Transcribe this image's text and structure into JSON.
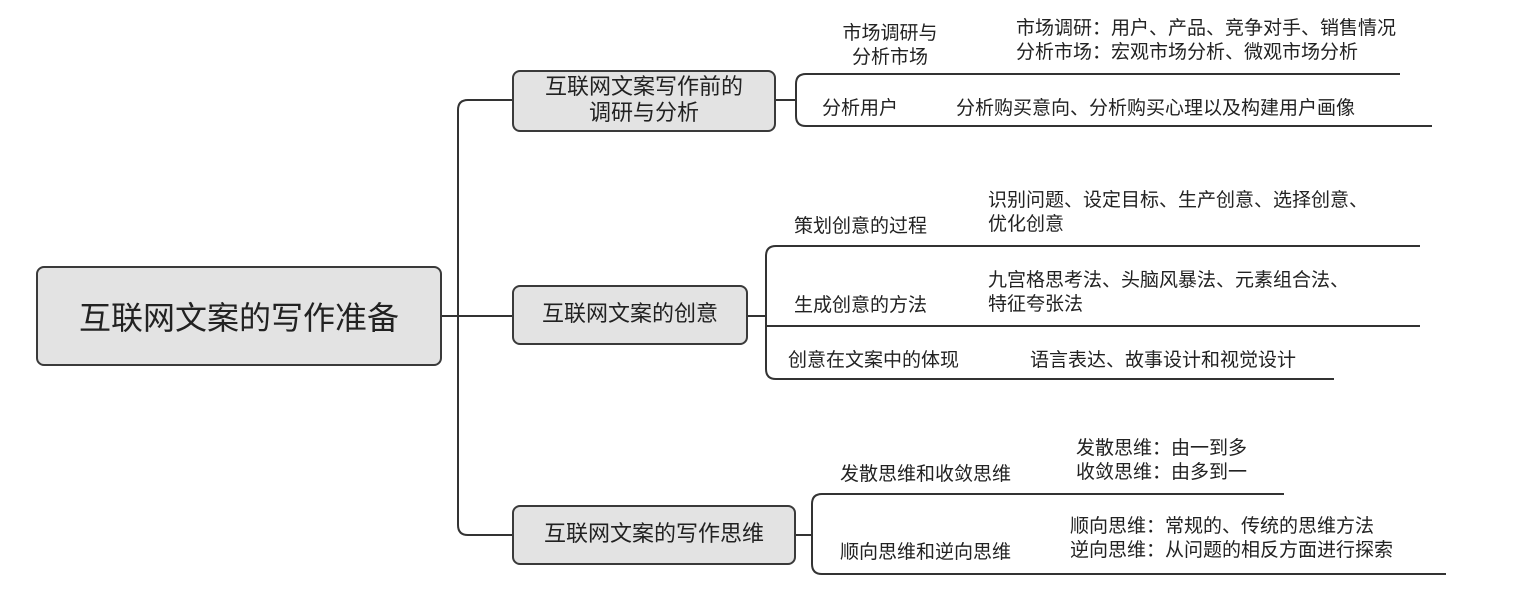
{
  "root": {
    "label": "互联网文案的写作准备"
  },
  "branches": [
    {
      "label": "互联网文案写作前的调研与分析",
      "label_lines": [
        "互联网文案写作前的",
        "调研与分析"
      ],
      "children": [
        {
          "label_lines": [
            "市场调研与",
            "分析市场"
          ],
          "details": [
            "市场调研：用户、产品、竞争对手、销售情况",
            "分析市场：宏观市场分析、微观市场分析"
          ]
        },
        {
          "label_lines": [
            "分析用户"
          ],
          "details": [
            "分析购买意向、分析购买心理以及构建用户画像"
          ]
        }
      ]
    },
    {
      "label": "互联网文案的创意",
      "label_lines": [
        "互联网文案的创意"
      ],
      "children": [
        {
          "label_lines": [
            "策划创意的过程"
          ],
          "details": [
            "识别问题、设定目标、生产创意、选择创意、",
            "优化创意"
          ]
        },
        {
          "label_lines": [
            "生成创意的方法"
          ],
          "details": [
            "九宫格思考法、头脑风暴法、元素组合法、",
            "特征夸张法"
          ]
        },
        {
          "label_lines": [
            "创意在文案中的体现"
          ],
          "details": [
            "语言表达、故事设计和视觉设计"
          ]
        }
      ]
    },
    {
      "label": "互联网文案的写作思维",
      "label_lines": [
        "互联网文案的写作思维"
      ],
      "children": [
        {
          "label_lines": [
            "发散思维和收敛思维"
          ],
          "details": [
            "发散思维：由一到多",
            "收敛思维：由多到一"
          ]
        },
        {
          "label_lines": [
            "顺向思维和逆向思维"
          ],
          "details": [
            "顺向思维：常规的、传统的思维方法",
            "逆向思维：从问题的相反方面进行探索"
          ]
        }
      ]
    }
  ]
}
